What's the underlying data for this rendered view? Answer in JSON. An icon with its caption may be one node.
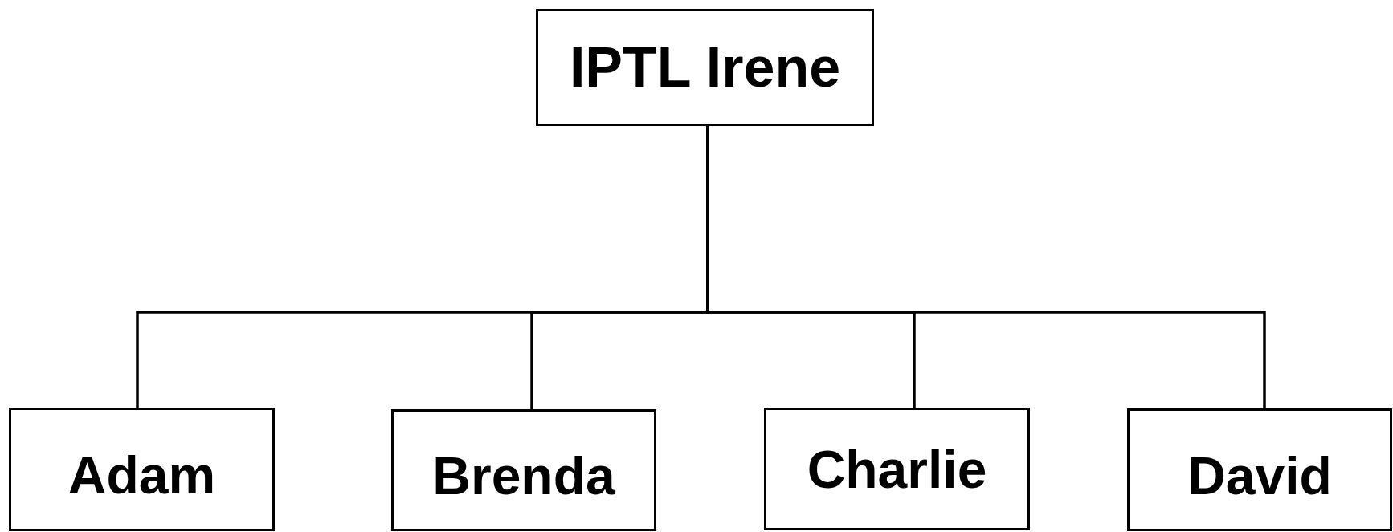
{
  "diagram": {
    "nodes": [
      {
        "text": [
          "IPTL Irene"
        ]
      },
      {
        "text": [
          "Adam"
        ]
      },
      {
        "text": [
          "Brenda"
        ]
      },
      {
        "text": [
          "Charlie"
        ]
      },
      {
        "text": [
          "David"
        ]
      }
    ],
    "edges": [
      {
        "from": 0,
        "to": 1,
        "arrow": "none"
      },
      {
        "from": 0,
        "to": 2,
        "arrow": "none"
      },
      {
        "from": 0,
        "to": 3,
        "arrow": "none"
      },
      {
        "from": 0,
        "to": 4,
        "arrow": "none"
      }
    ]
  }
}
